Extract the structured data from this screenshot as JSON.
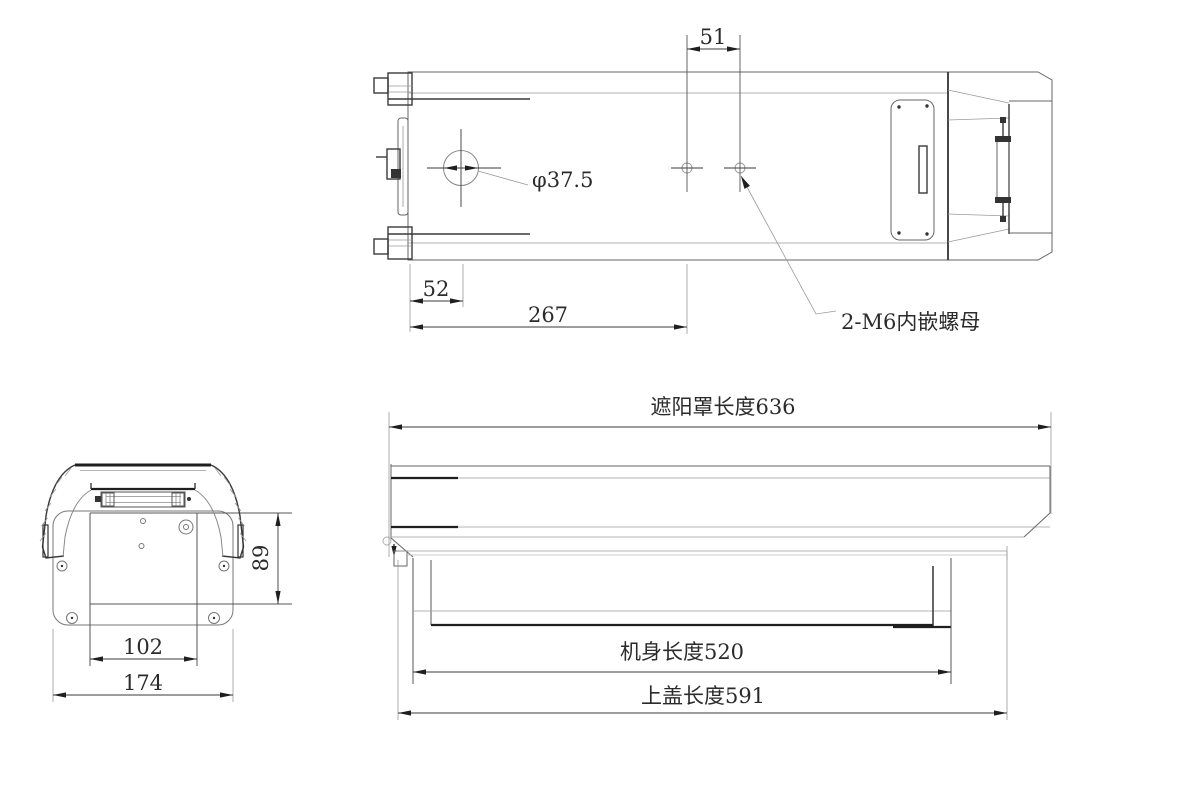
{
  "colors": {
    "background": "#ffffff",
    "line": "#2b2b2b",
    "light_line": "#9a9a9a"
  },
  "views": {
    "top": {
      "labels": {
        "dim_51": "51",
        "dim_52": "52",
        "dim_267": "267",
        "hole_diameter": "φ37.5",
        "insert_note": "2-M6内嵌螺母"
      }
    },
    "front": {
      "labels": {
        "dim_102": "102",
        "dim_174": "174",
        "dim_89": "89"
      }
    },
    "side": {
      "labels": {
        "sunshade_length": "遮阳罩长度636",
        "body_length": "机身长度520",
        "cover_length": "上盖长度591"
      }
    }
  }
}
